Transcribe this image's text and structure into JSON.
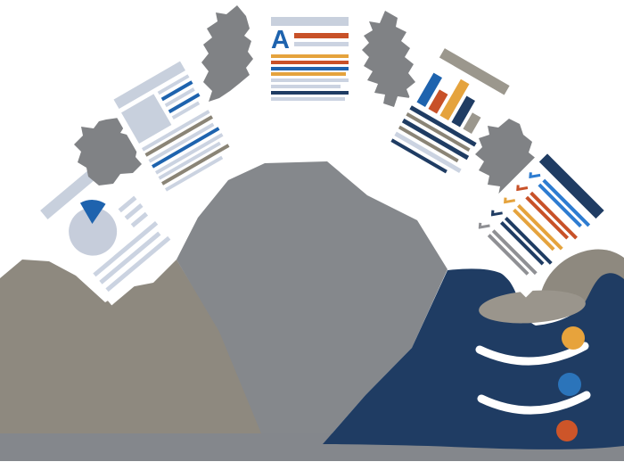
{
  "colors": {
    "blue": "#1e63ae",
    "midBlue": "#2d7cd1",
    "navy": "#1f3c63",
    "orange": "#c85128",
    "amber": "#e5a33d",
    "light": "#cbd3e1",
    "paleFill": "#c8d0dd",
    "pieFill": "#c6cddb",
    "taupe": "#8a8476",
    "headerGray": "#9b978d",
    "checkGray": "#8f9094",
    "blobGray": "#808285",
    "warmGray": "#8e897f",
    "coolGray": "#85888c",
    "bandGray": "#84878c",
    "openingGray": "#9a958c",
    "dotAmber": "#e7a33c",
    "dotBlue": "#2b74ba",
    "dotOrange": "#cd5529",
    "pageWhite": "#ffffff"
  },
  "documents": {
    "pie_report": {
      "right_lines": [
        {
          "c": "light",
          "w": "100%"
        },
        {
          "c": "light",
          "w": "100%"
        },
        {
          "c": "light",
          "w": "90%"
        }
      ],
      "bottom_lines": [
        {
          "c": "light",
          "w": "100%"
        },
        {
          "c": "light",
          "w": "95%"
        },
        {
          "c": "light",
          "w": "100%"
        }
      ]
    },
    "article": {
      "image_side_lines": [
        {
          "c": "light",
          "w": "100%"
        },
        {
          "c": "blue",
          "w": "100%"
        },
        {
          "c": "light",
          "w": "94%"
        },
        {
          "c": "blue",
          "w": "100%"
        },
        {
          "c": "light",
          "w": "88%"
        }
      ],
      "body_lines": [
        {
          "c": "light",
          "w": "100%"
        },
        {
          "c": "taupe",
          "w": "100%"
        },
        {
          "c": "light",
          "w": "96%"
        },
        {
          "c": "blue",
          "w": "100%"
        },
        {
          "c": "light",
          "w": "100%"
        },
        {
          "c": "light",
          "w": "92%"
        },
        {
          "c": "taupe",
          "w": "100%"
        },
        {
          "c": "light",
          "w": "85%"
        }
      ]
    },
    "letter_doc": {
      "letter": "A",
      "side_lines": [
        {
          "c": "orange",
          "w": "100%",
          "h": 6
        },
        {
          "c": "light",
          "w": "100%",
          "h": 5
        }
      ],
      "body_lines": [
        {
          "c": "amber",
          "w": "100%"
        },
        {
          "c": "orange",
          "w": "100%"
        },
        {
          "c": "blue",
          "w": "100%"
        },
        {
          "c": "amber",
          "w": "96%"
        },
        {
          "c": "light",
          "w": "100%"
        },
        {
          "c": "light",
          "w": "90%"
        },
        {
          "c": "navy",
          "w": "100%"
        },
        {
          "c": "light",
          "w": "95%"
        }
      ]
    },
    "chart_report": {
      "bars": [
        {
          "c": "blue",
          "h": 38
        },
        {
          "c": "orange",
          "h": 25
        },
        {
          "c": "amber",
          "h": 47
        },
        {
          "c": "navy",
          "h": 34
        },
        {
          "c": "headerGray",
          "h": 21
        }
      ],
      "body_lines": [
        {
          "c": "navy",
          "w": "100%"
        },
        {
          "c": "taupe",
          "w": "96%"
        },
        {
          "c": "navy",
          "w": "100%"
        },
        {
          "c": "taupe",
          "w": "90%"
        },
        {
          "c": "light",
          "w": "100%"
        },
        {
          "c": "navy",
          "w": "85%"
        }
      ]
    },
    "checklist": {
      "rows": [
        {
          "c": "midBlue",
          "lines": [
            {
              "w": "100%"
            },
            {
              "w": "92%"
            }
          ]
        },
        {
          "c": "orange",
          "lines": [
            {
              "w": "100%"
            },
            {
              "w": "90%"
            }
          ]
        },
        {
          "c": "amber",
          "lines": [
            {
              "w": "96%"
            },
            {
              "w": "88%"
            }
          ]
        },
        {
          "c": "navy",
          "lines": [
            {
              "w": "100%"
            },
            {
              "w": "92%"
            }
          ]
        },
        {
          "c": "checkGray",
          "lines": [
            {
              "w": "94%"
            },
            {
              "w": "86%"
            }
          ]
        }
      ]
    }
  },
  "database": {
    "dots": [
      "dotAmber",
      "dotBlue",
      "dotOrange"
    ]
  }
}
